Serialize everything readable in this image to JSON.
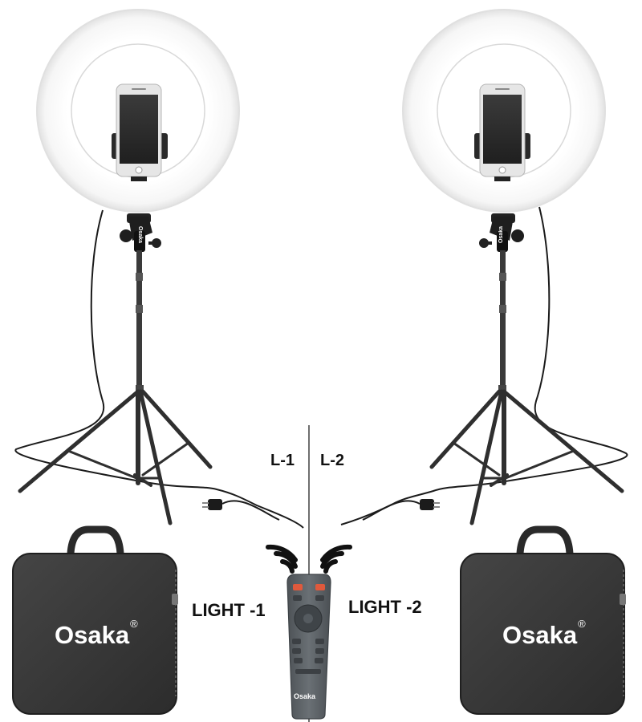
{
  "labels": {
    "channel_left": "L-1",
    "channel_right": "L-2",
    "light_left": "LIGHT -1",
    "light_right": "LIGHT -2"
  },
  "branding": {
    "bag_brand": "Osaka",
    "registered_mark": "®",
    "stand_logo": "Osaka",
    "remote_logo": "Osaka"
  },
  "colors": {
    "background": "#ffffff",
    "ring_light": "#f7f7f7",
    "ring_edge": "#e4e4e4",
    "stand_metal": "#3a3a3a",
    "bag": "#3b3b3b",
    "remote_body": "#5c6165",
    "remote_red_button": "#e0593c",
    "text": "#111111"
  }
}
